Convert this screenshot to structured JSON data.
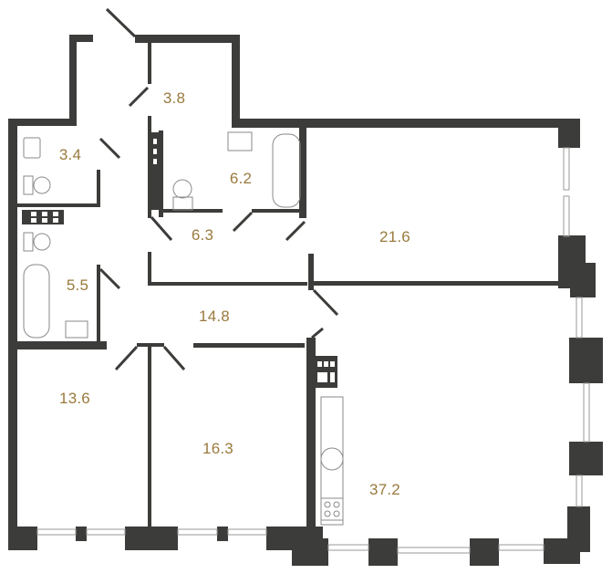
{
  "floor_plan": {
    "wall_color": "#3c3c3a",
    "label_color": "#9a7a3e",
    "rooms": [
      {
        "id": "vestibule",
        "area": "3.8"
      },
      {
        "id": "wc-small",
        "area": "3.4"
      },
      {
        "id": "bathroom-main",
        "area": "6.2"
      },
      {
        "id": "corridor-small",
        "area": "6.3"
      },
      {
        "id": "bedroom-large",
        "area": "21.6"
      },
      {
        "id": "bathroom-second",
        "area": "5.5"
      },
      {
        "id": "hall",
        "area": "14.8"
      },
      {
        "id": "bedroom-left",
        "area": "13.6"
      },
      {
        "id": "bedroom-middle",
        "area": "16.3"
      },
      {
        "id": "kitchen-living",
        "area": "37.2"
      }
    ]
  }
}
